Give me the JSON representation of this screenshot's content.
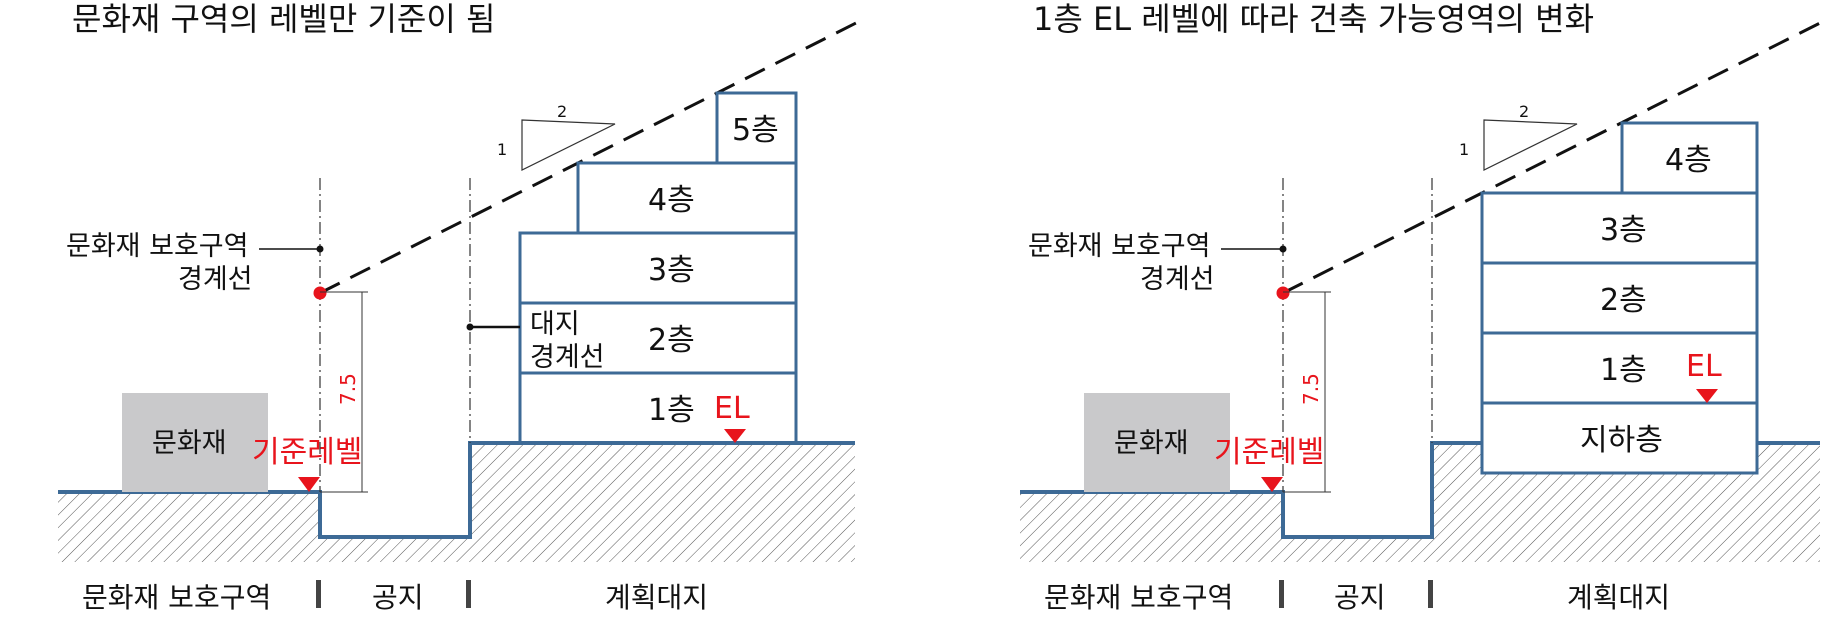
{
  "left": {
    "title": "문화재 구역의 레벨만 기준이 됨",
    "boundary_label_line1": "문화재 보호구역",
    "boundary_label_line2": "경계선",
    "site_boundary_line1": "대지",
    "site_boundary_line2": "경계선",
    "heritage_label": "문화재",
    "reference_level": "기준레벨",
    "dimension": "7.5",
    "slope_run": "2",
    "slope_rise": "1",
    "floors": [
      "1층",
      "2층",
      "3층",
      "4층",
      "5층"
    ],
    "el_label": "EL",
    "bottom_labels": [
      "문화재 보호구역",
      "공지",
      "계획대지"
    ]
  },
  "right": {
    "title": "1층 EL 레벨에 따라 건축 가능영역의 변화",
    "boundary_label_line1": "문화재 보호구역",
    "boundary_label_line2": "경계선",
    "heritage_label": "문화재",
    "reference_level": "기준레벨",
    "dimension": "7.5",
    "slope_run": "2",
    "slope_rise": "1",
    "floors": [
      "지하층",
      "1층",
      "2층",
      "3층",
      "4층"
    ],
    "el_label": "EL",
    "bottom_labels": [
      "문화재 보호구역",
      "공지",
      "계획대지"
    ]
  },
  "colors": {
    "structure_blue": "#3d6a96",
    "reference_red": "#e8141c",
    "heritage_gray": "#c9c9cb"
  }
}
